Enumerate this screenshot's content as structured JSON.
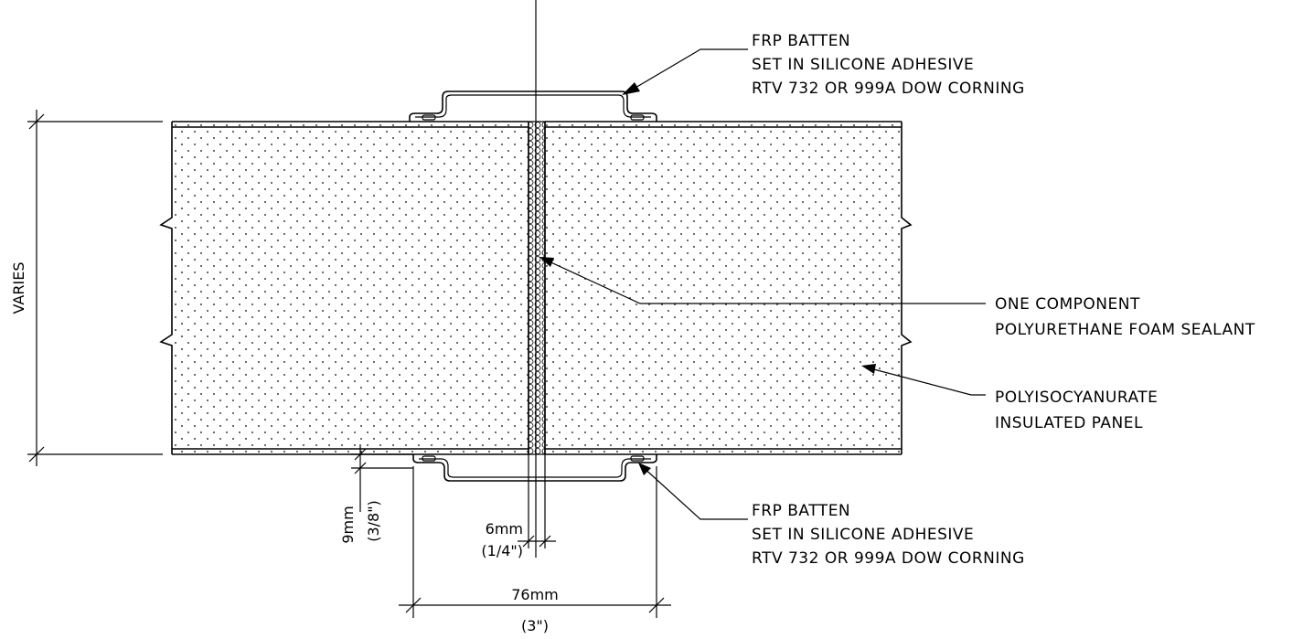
{
  "labels": {
    "batten_top": {
      "line1": "FRP BATTEN",
      "line2": "SET IN SILICONE ADHESIVE",
      "line3": "RTV 732 OR 999A DOW CORNING"
    },
    "sealant": {
      "line1": "ONE COMPONENT",
      "line2": "POLYURETHANE FOAM SEALANT"
    },
    "panel": {
      "line1": "POLYISOCYANURATE",
      "line2": "INSULATED PANEL"
    },
    "batten_bottom": {
      "line1": "FRP BATTEN",
      "line2": "SET IN SILICONE ADHESIVE",
      "line3": "RTV 732 OR 999A DOW CORNING"
    }
  },
  "dimensions": {
    "thickness": "VARIES",
    "offset_metric": "9mm",
    "offset_imperial": "(3/8\")",
    "joint_metric": "6mm",
    "joint_imperial": "(1/4\")",
    "width_metric": "76mm",
    "width_imperial": "(3\")"
  }
}
